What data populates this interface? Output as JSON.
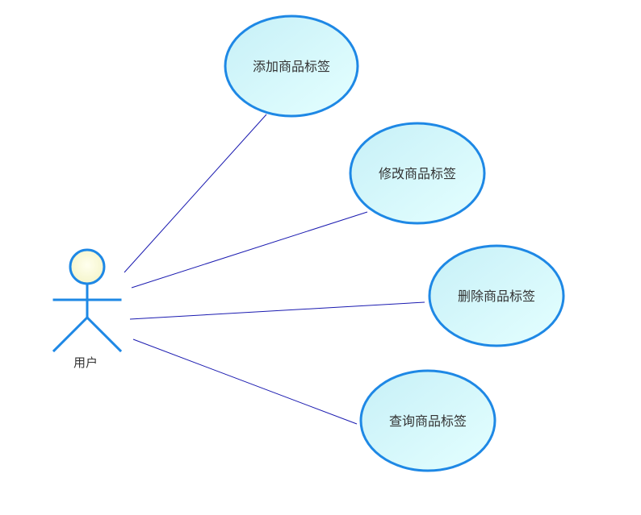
{
  "diagram": {
    "actor": {
      "label": "用户",
      "head_fill": "#FBFBD9",
      "stroke": "#1E88E5"
    },
    "use_cases": [
      {
        "label": "添加商品标签"
      },
      {
        "label": "修改商品标签"
      },
      {
        "label": "删除商品标签"
      },
      {
        "label": "查询商品标签"
      }
    ],
    "colors": {
      "ellipse_fill_start": "#C9F1F7",
      "ellipse_fill_end": "#DDFDFE",
      "ellipse_stroke": "#1E88E5",
      "connector": "#1A1AB0",
      "text": "#333333"
    }
  }
}
